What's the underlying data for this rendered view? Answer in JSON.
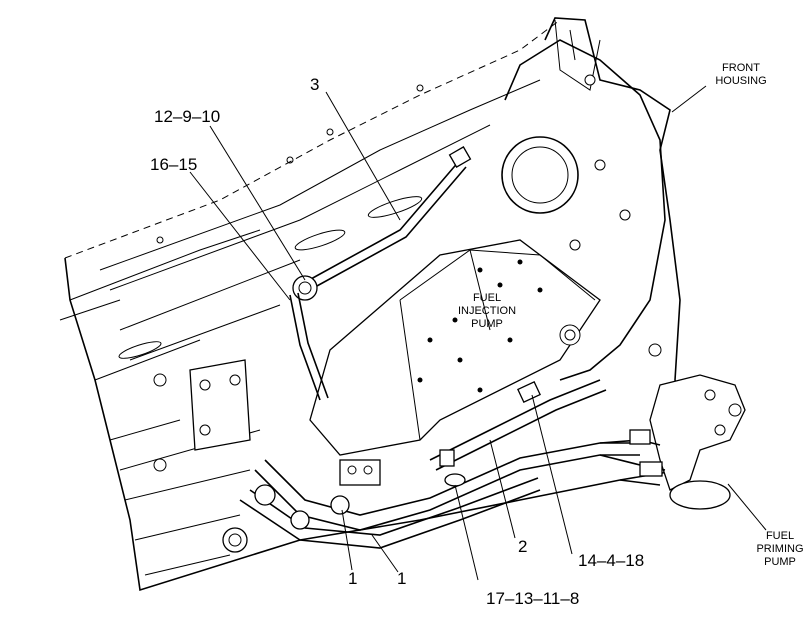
{
  "labels": {
    "front_housing_line1": "FRONT",
    "front_housing_line2": "HOUSING",
    "fuel_injection_line1": "FUEL",
    "fuel_injection_line2": "INJECTION",
    "fuel_injection_line3": "PUMP",
    "fuel_priming_line1": "FUEL",
    "fuel_priming_line2": "PRIMING",
    "fuel_priming_line3": "PUMP",
    "callout_3": "3",
    "callout_12_9_10": "12–9–10",
    "callout_16_15": "16–15",
    "callout_2": "2",
    "callout_14_4_18": "14–4–18",
    "callout_1a": "1",
    "callout_1b": "1",
    "callout_17_13_11_8": "17–13–11–8"
  }
}
